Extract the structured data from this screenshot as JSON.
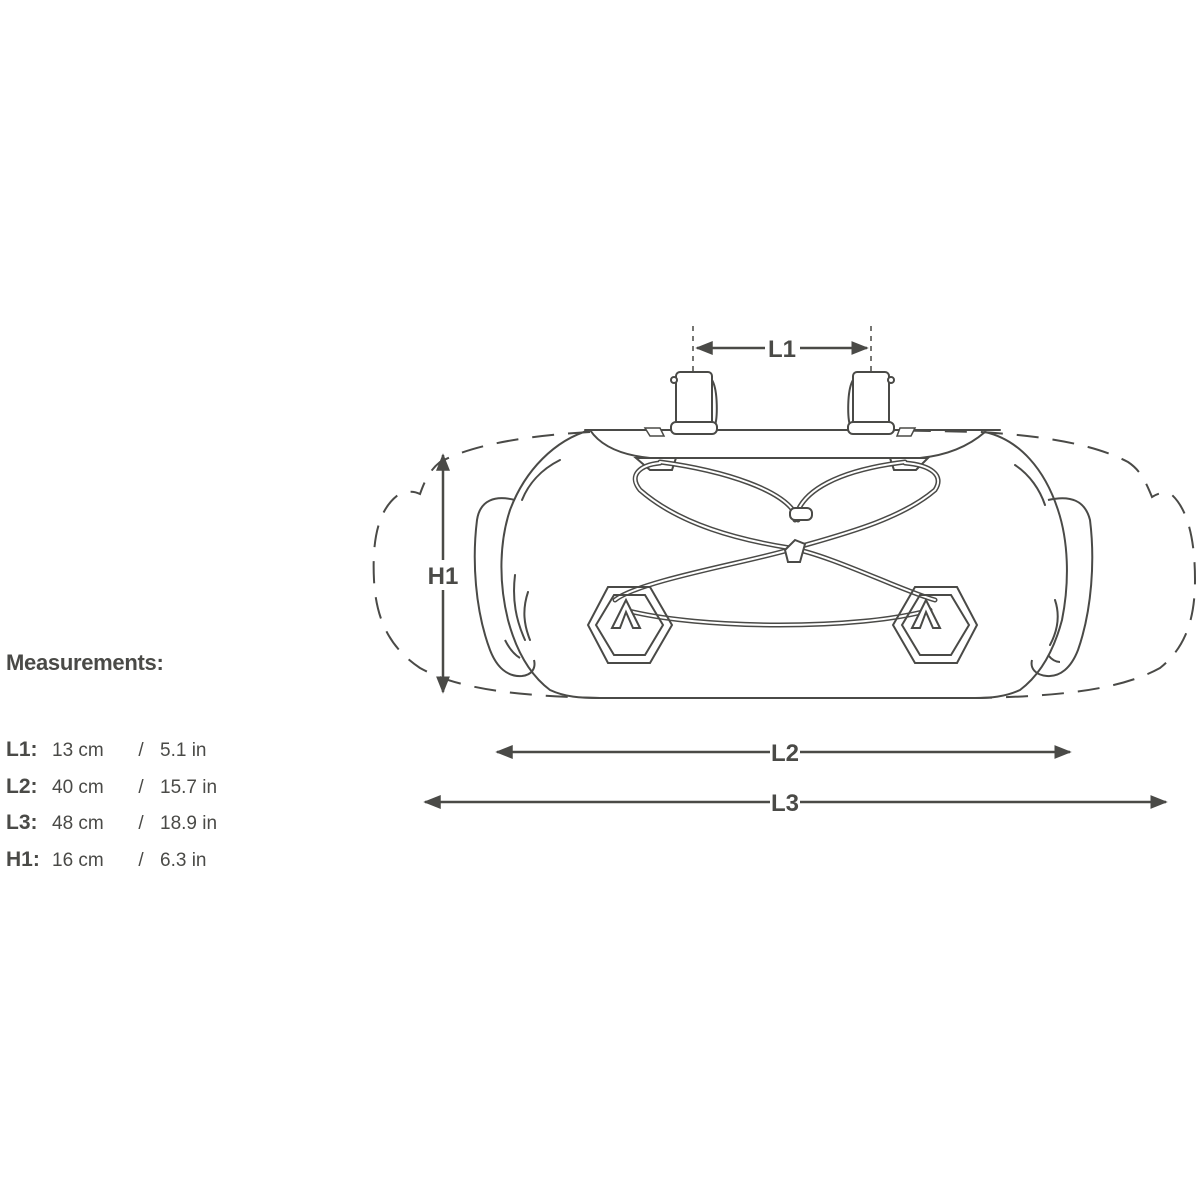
{
  "colors": {
    "background": "#ffffff",
    "line": "#4a4a47",
    "text": "#4a4a47"
  },
  "legend": {
    "title": "Measurements:",
    "items": [
      {
        "key": "L1:",
        "metric": "13 cm",
        "separator": "/",
        "imperial": "5.1 in"
      },
      {
        "key": "L2:",
        "metric": "40 cm",
        "separator": "/",
        "imperial": "15.7 in"
      },
      {
        "key": "L3:",
        "metric": "48 cm",
        "separator": "/",
        "imperial": "18.9 in"
      },
      {
        "key": "H1:",
        "metric": "16 cm",
        "separator": "/",
        "imperial": "6.3 in"
      }
    ]
  },
  "dimension_labels": {
    "l1": "L1",
    "l2": "L2",
    "l3": "L3",
    "h1": "H1"
  }
}
